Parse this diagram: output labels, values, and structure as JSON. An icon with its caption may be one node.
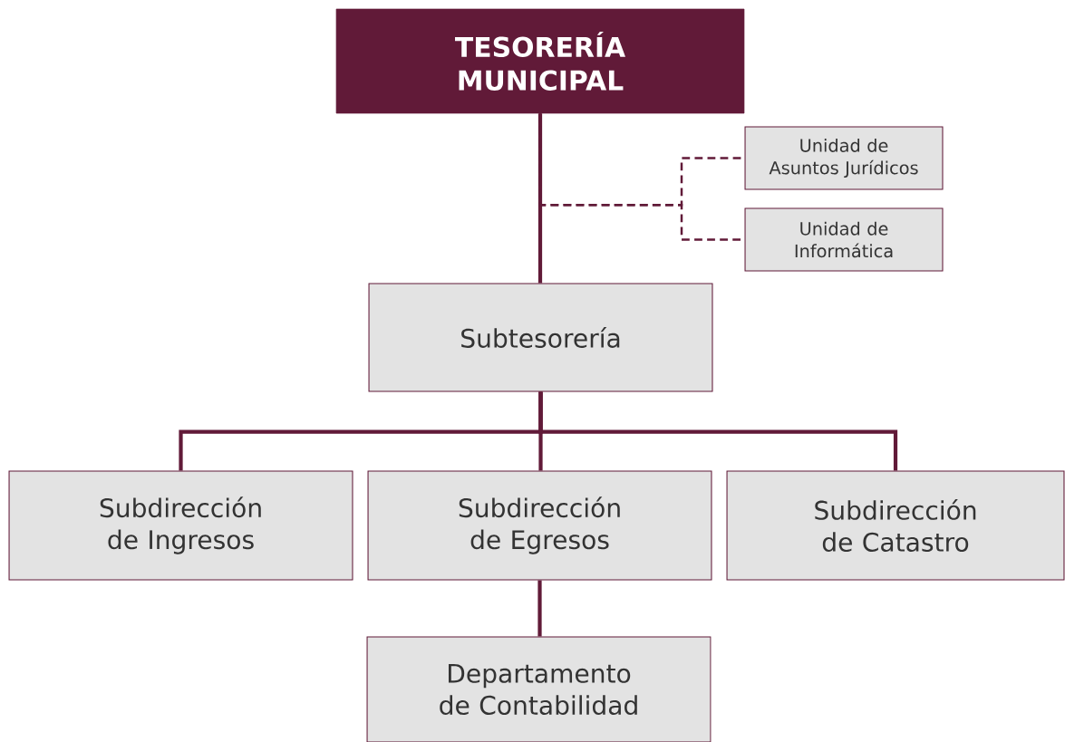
{
  "diagram": {
    "nodes": [
      {
        "text": [
          "TESORERÍA MUNICIPAL"
        ]
      },
      {
        "text": [
          "Unidad de Asuntos Jurídicos"
        ]
      },
      {
        "text": [
          "Unidad de Informática"
        ]
      },
      {
        "text": [
          "Subtesorería"
        ]
      },
      {
        "text": [
          "Subdirección de Ingresos"
        ]
      },
      {
        "text": [
          "Subdirección de Egresos"
        ]
      },
      {
        "text": [
          "Subdirección de Catastro"
        ]
      },
      {
        "text": [
          "Departamento de Contabilidad"
        ]
      }
    ],
    "edges": [
      {
        "from": 0,
        "to": 3,
        "arrow": "none"
      },
      {
        "from": 0,
        "to": 1,
        "arrow": "none",
        "style": "dashed"
      },
      {
        "from": 0,
        "to": 2,
        "arrow": "none",
        "style": "dashed"
      },
      {
        "from": 3,
        "to": 4,
        "arrow": "none"
      },
      {
        "from": 3,
        "to": 5,
        "arrow": "none"
      },
      {
        "from": 3,
        "to": 6,
        "arrow": "none"
      },
      {
        "from": 5,
        "to": 7,
        "arrow": "none"
      }
    ]
  }
}
